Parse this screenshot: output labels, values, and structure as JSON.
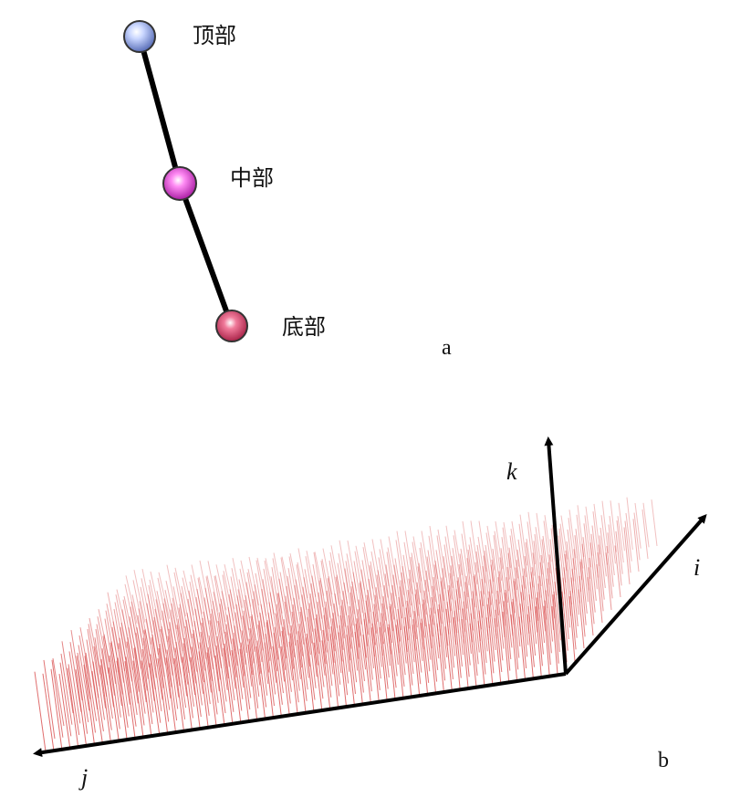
{
  "panel_a": {
    "label": "a",
    "nodes": [
      {
        "name": "顶部",
        "color": "#8fa6e8"
      },
      {
        "name": "中部",
        "color": "#e020d8"
      },
      {
        "name": "底部",
        "color": "#d82d62"
      }
    ],
    "link_color": "#000000"
  },
  "panel_b": {
    "label": "b",
    "axes": {
      "i": "i",
      "j": "j",
      "k": "k"
    },
    "vector_color": "#d84a4a"
  }
}
